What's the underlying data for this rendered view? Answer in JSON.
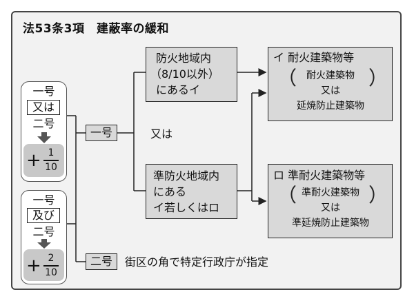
{
  "title": "法53条3項　建蔽率の緩和",
  "left_group1": {
    "line1": "一号",
    "connector": "又は",
    "line2": "二号",
    "plus": "+",
    "num": "1",
    "den": "10"
  },
  "left_group2": {
    "line1": "一号",
    "connector": "及び",
    "line2": "二号",
    "plus": "+",
    "num": "2",
    "den": "10"
  },
  "item1": "一号",
  "item2": "二号",
  "item2_desc": "街区の角で特定行政庁が指定",
  "or_label": "又は",
  "box_fire_zone": {
    "l1": "防火地域内",
    "l2": "（8/10以外）",
    "l3": "にあるイ"
  },
  "box_quasi_zone": {
    "l1": "準防火地域内",
    "l2": "にある",
    "l3": "イ若しくはロ"
  },
  "box_i": {
    "head": "イ 耐火建築物等",
    "l1": "耐火建築物",
    "l2": "又は",
    "l3": "延焼防止建築物"
  },
  "box_ro": {
    "head": "ロ 準耐火建築物等",
    "l1": "準耐火建築物",
    "l2": "又は",
    "l3": "準延焼防止建築物"
  }
}
